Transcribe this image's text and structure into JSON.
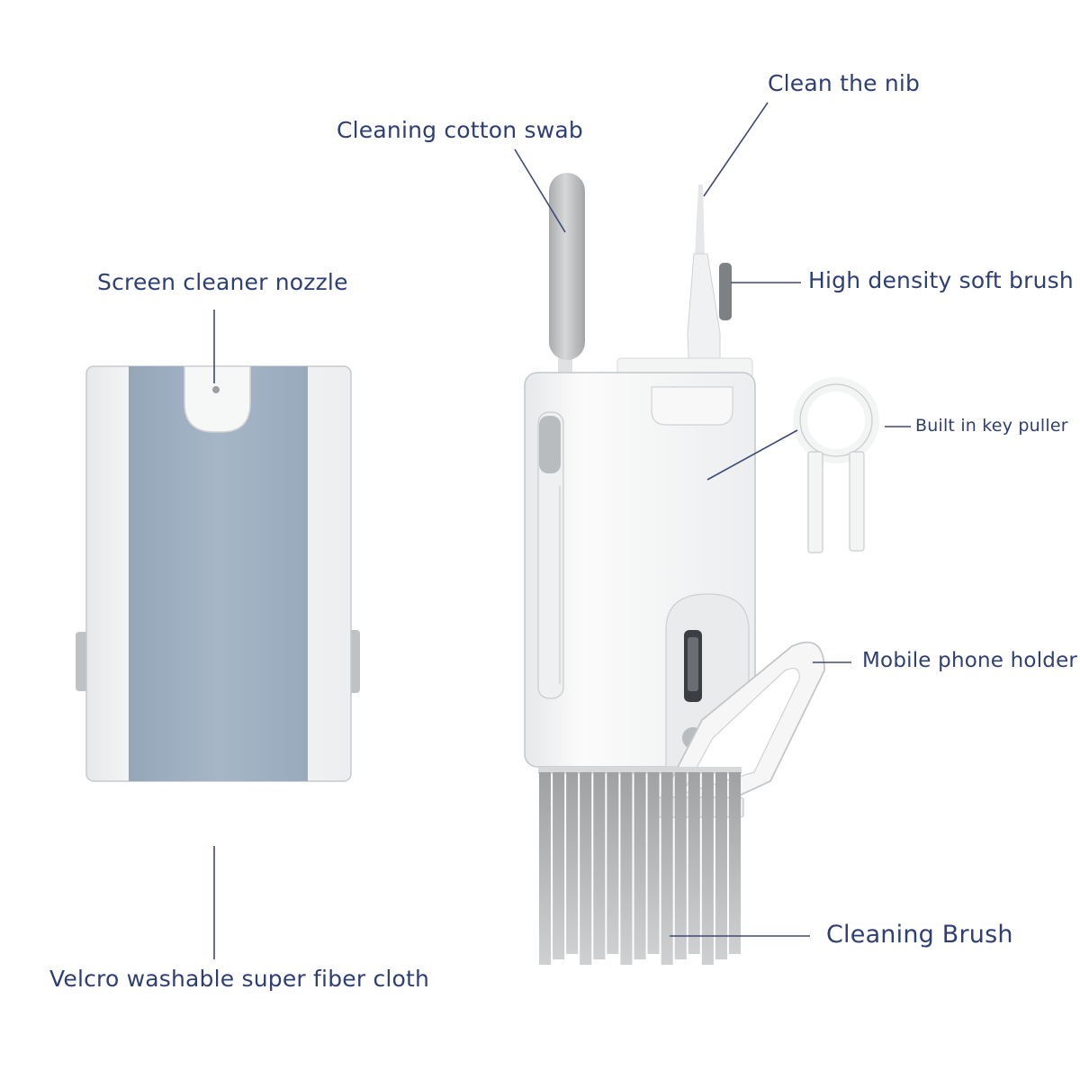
{
  "colors": {
    "label_text": "#2e3f73",
    "leader_line": "#3d4a78",
    "cloth_blue_gray": "#9eafc1",
    "body_white": "#f4f5f5",
    "edge_gray": "#c9cccf",
    "bristle_gray": "#b4b6b8"
  },
  "labels": {
    "screen_cleaner_nozzle": "Screen cleaner nozzle",
    "velcro_cloth": "Velcro washable super fiber cloth",
    "cotton_swab": "Cleaning cotton swab",
    "clean_nib": "Clean the nib",
    "soft_brush": "High density soft brush",
    "key_puller": "Built in key puller",
    "phone_holder": "Mobile phone holder",
    "cleaning_brush": "Cleaning Brush"
  }
}
